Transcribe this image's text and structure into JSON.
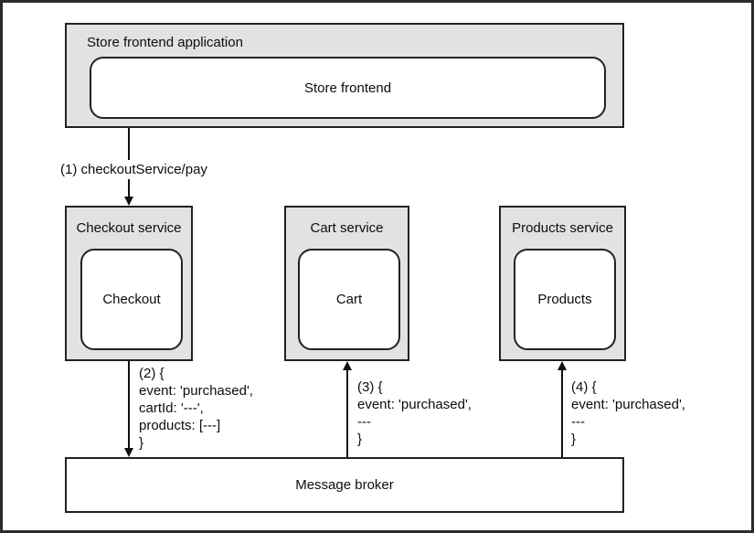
{
  "colors": {
    "box_fill": "#e2e2e2",
    "border": "#222222",
    "line": "#111111",
    "background": "#ffffff"
  },
  "frontend_app": {
    "title": "Store frontend application",
    "component": "Store frontend"
  },
  "services": [
    {
      "title": "Checkout service",
      "component": "Checkout"
    },
    {
      "title": "Cart service",
      "component": "Cart"
    },
    {
      "title": "Products service",
      "component": "Products"
    }
  ],
  "broker": {
    "title": "Message broker"
  },
  "messages": {
    "call": "(1) checkoutService/pay",
    "publish": "(2) {\nevent: 'purchased',\ncartId: '---',\nproducts: [---]\n}",
    "consume_cart": "(3) {\nevent: 'purchased',\n---\n}",
    "consume_products": "(4) {\nevent: 'purchased',\n---\n}"
  }
}
